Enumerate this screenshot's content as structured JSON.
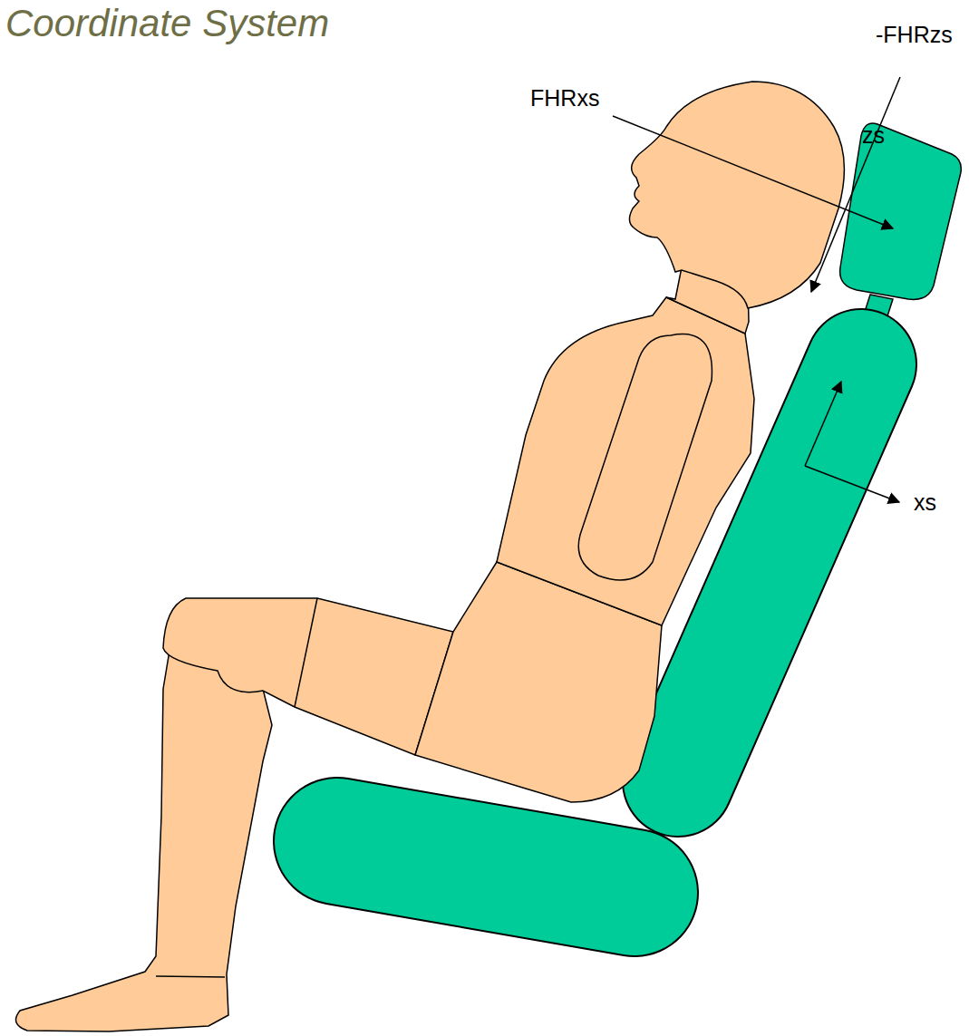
{
  "diagram": {
    "title": "Coordinate System",
    "labels": [
      "-FHRzs",
      "FHRxs",
      "zs",
      "xs"
    ]
  }
}
